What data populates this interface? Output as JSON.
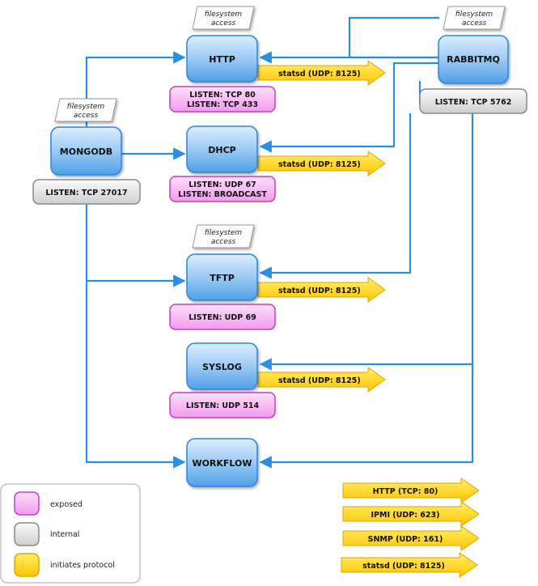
{
  "services": {
    "http": {
      "name": "HTTP",
      "listen": [
        "LISTEN:  TCP 80",
        "LISTEN:  TCP 433"
      ],
      "statsd": "statsd  (UDP: 8125)"
    },
    "dhcp": {
      "name": "DHCP",
      "listen": [
        "LISTEN:  UDP 67",
        "LISTEN:  BROADCAST"
      ],
      "statsd": "statsd  (UDP: 8125)"
    },
    "tftp": {
      "name": "TFTP",
      "listen": [
        "LISTEN:  UDP 69"
      ],
      "statsd": "statsd  (UDP: 8125)"
    },
    "syslog": {
      "name": "SYSLOG",
      "listen": [
        "LISTEN:  UDP 514"
      ],
      "statsd": "statsd  (UDP: 8125)"
    },
    "workflow": {
      "name": "WORKFLOW"
    },
    "mongodb": {
      "name": "MONGODB",
      "listen": "LISTEN:  TCP 27017"
    },
    "rabbitmq": {
      "name": "RABBITMQ",
      "listen": "LISTEN:  TCP 5762"
    }
  },
  "filesystem_label": [
    "filesystem",
    "access"
  ],
  "protocols": [
    "HTTP  (TCP: 80)",
    "IPMI  (UDP: 623)",
    "SNMP  (UDP: 161)",
    "statsd  (UDP: 8125)"
  ],
  "legend": {
    "exposed": "exposed",
    "internal": "internal",
    "initiates": "initiates protocol"
  },
  "colors": {
    "service_top": "#cfe6fb",
    "service_bottom": "#5aa6ea",
    "service_border": "#2f86d6",
    "exposed_fill": "#f6b9f3",
    "exposed_border": "#c53fc0",
    "internal_fill": "#e6e6e6",
    "internal_border": "#8a8a8a",
    "arrow_fill": "#ffd21a",
    "arrow_border": "#e3a300",
    "connector": "#2b8fdc"
  }
}
